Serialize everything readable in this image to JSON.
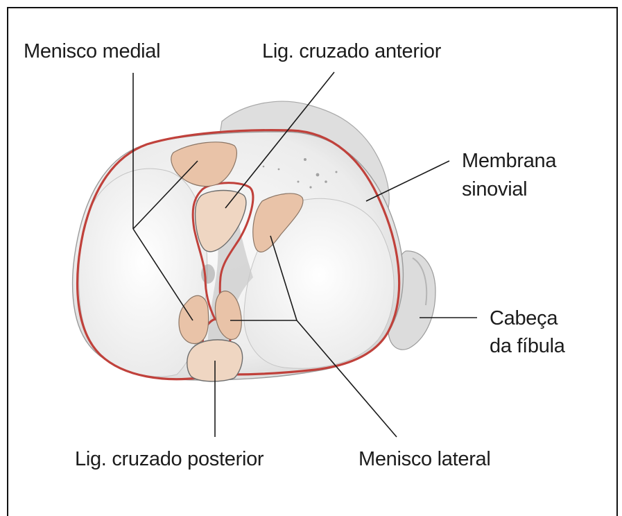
{
  "labels": {
    "menisco_medial": "Menisco medial",
    "lig_cruzado_anterior": "Lig. cruzado anterior",
    "membrana_sinovial_line1": "Membrana",
    "membrana_sinovial_line2": "sinovial",
    "cabeca_line1": "Cabeça",
    "cabeca_line2": "da fíbula",
    "lig_cruzado_posterior": "Lig. cruzado posterior",
    "menisco_lateral": "Menisco lateral"
  },
  "colors": {
    "synovial_membrane": "#c0413b",
    "ligament_fill": "#efd6c2",
    "meniscus_fill": "#e9c3a8",
    "bone_fill": "#f2f2f2",
    "bone_shadow": "#d7d7d7",
    "leader_line": "#1a1a1a"
  }
}
